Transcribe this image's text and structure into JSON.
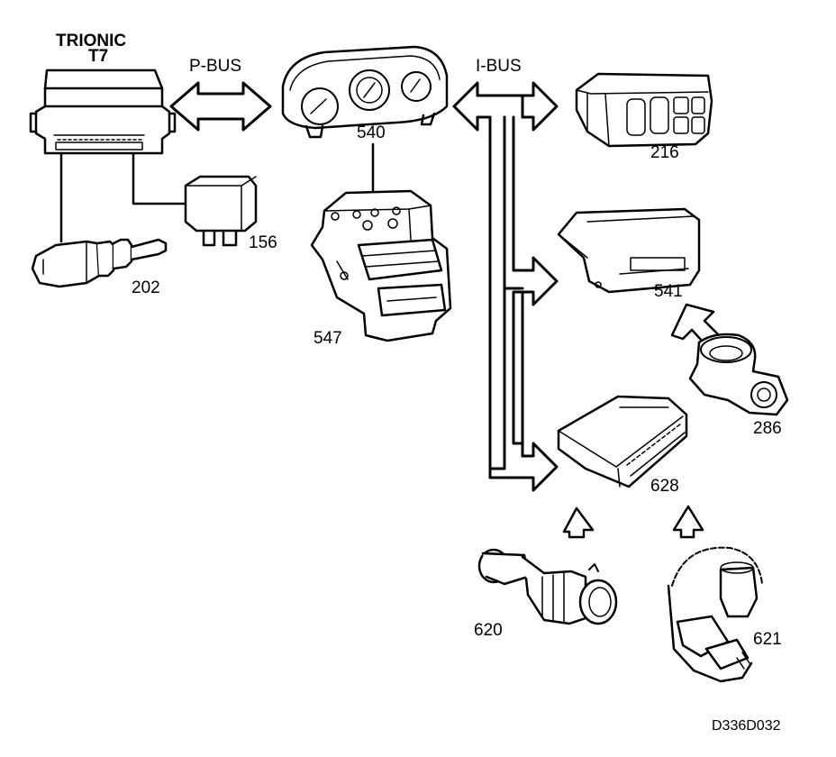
{
  "diagram": {
    "trionic_title_line1": "TRIONIC",
    "trionic_title_line2": "T7",
    "pbus_label": "P-BUS",
    "ibus_label": "I-BUS",
    "figure_code": "D336D032",
    "colors": {
      "ink": "#000000",
      "fill": "#ffffff"
    }
  },
  "components": {
    "c540": "540",
    "c547": "547",
    "c202": "202",
    "c156": "156",
    "c216": "216",
    "c541": "541",
    "c286": "286",
    "c628": "628",
    "c620": "620",
    "c621": "621"
  }
}
